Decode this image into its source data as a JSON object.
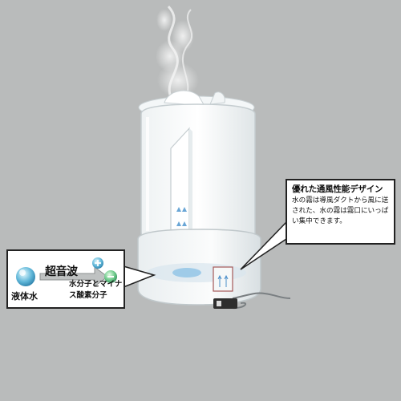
{
  "right_callout": {
    "title": "優れた通風性能デザイン",
    "body": "水の霧は導風ダクトから風に送された、水の霧は霧口にいっぱい集中できます。"
  },
  "left_callout": {
    "process_label": "超音波",
    "input_label": "液体水",
    "output_label": "水分子とマイナス酸素分子"
  },
  "icons": [
    "water-droplet-icon",
    "arrow-right-icon",
    "plus-ion-icon",
    "minus-ion-icon"
  ]
}
